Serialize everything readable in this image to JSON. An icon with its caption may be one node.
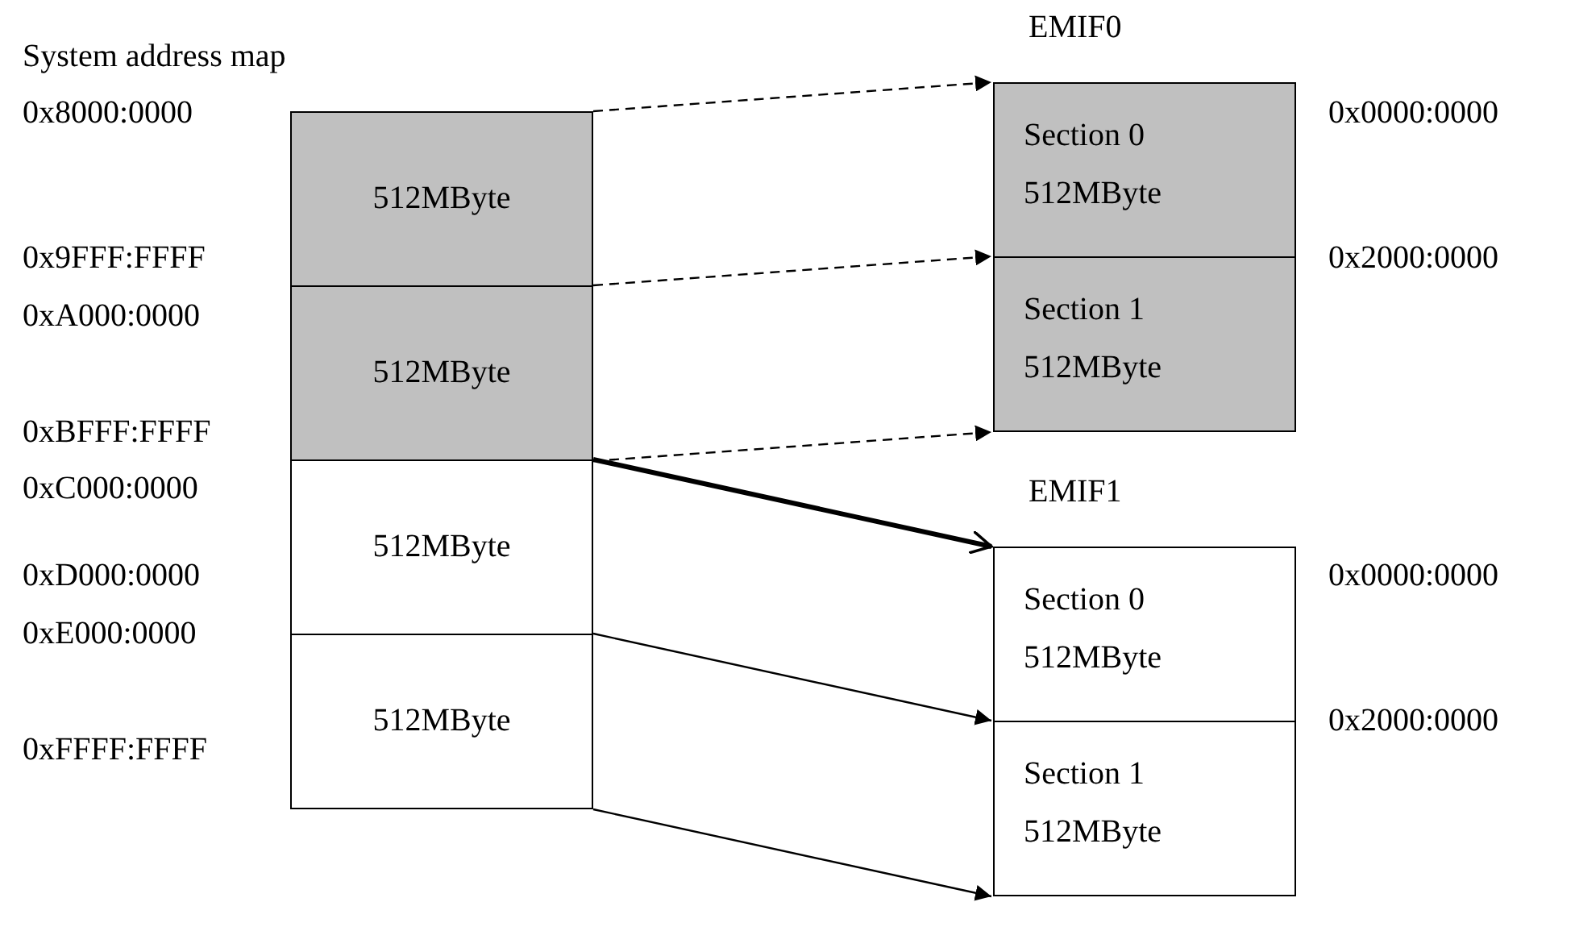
{
  "diagram": {
    "nodes": [
      {
        "text": [
          "512MByte"
        ]
      },
      {
        "text": [
          "512MByte"
        ]
      },
      {
        "text": [
          "512MByte"
        ]
      },
      {
        "text": [
          "512MByte"
        ]
      },
      {
        "text": [
          "EMIF0"
        ]
      },
      {
        "text": [
          "Section 0",
          "512MByte"
        ],
        "in": 4
      },
      {
        "text": [
          "Section 1",
          "512MByte"
        ],
        "in": 4
      },
      {
        "text": [
          "EMIF1"
        ]
      },
      {
        "text": [
          "Section 0",
          "512MByte"
        ],
        "in": 7
      },
      {
        "text": [
          "Section 1",
          "512MByte"
        ],
        "in": 7
      }
    ],
    "edges": [
      {
        "from": 0,
        "to": 5,
        "arrow": "to",
        "style": "dashed"
      },
      {
        "from": 1,
        "to": 6,
        "arrow": "to",
        "style": "dashed"
      },
      {
        "from": 1,
        "to": 6,
        "arrow": "to",
        "style": "dashed"
      },
      {
        "from": 2,
        "to": 8,
        "arrow": "to",
        "style": "thick"
      },
      {
        "from": 3,
        "to": 9,
        "arrow": "to"
      },
      {
        "from": 3,
        "to": 9,
        "arrow": "to"
      }
    ],
    "labels": [
      "System address map",
      "0x8000:0000",
      "0x9FFF:FFFF",
      "0xA000:0000",
      "0xBFFF:FFFF",
      "0xC000:0000",
      "0xD000:0000",
      "0xE000:0000",
      "0xFFFF:FFFF",
      "0x0000:0000",
      "0x2000:0000",
      "0x0000:0000",
      "0x2000:0000"
    ]
  }
}
